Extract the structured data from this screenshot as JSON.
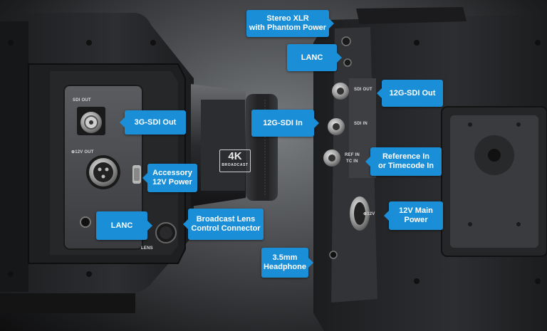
{
  "callouts": {
    "stereo_xlr": "Stereo XLR\nwith Phantom Power",
    "lanc_right": "LANC",
    "sdi_out_12g": "12G-SDI Out",
    "sdi_in_12g": "12G-SDI In",
    "reference_in": "Reference In\nor Timecode In",
    "power_12v_main": "12V Main\nPower",
    "headphone": "3.5mm\nHeadphone",
    "sdi_out_3g": "3G-SDI Out",
    "accessory_12v": "Accessory\n12V Power",
    "lanc_left": "LANC",
    "broadcast_lens": "Broadcast Lens\nControl Connector"
  },
  "panel_labels": {
    "sdi_out": "SDI OUT",
    "v12_out": "⊕12V OUT",
    "lens": "LENS",
    "sdi_out_right": "SDI OUT",
    "sdi_in_right": "SDI IN",
    "ref_in": "REF IN",
    "tc_in": "TC IN",
    "v12_right": "⊕12V"
  },
  "badge": {
    "text": "4K",
    "sub": "BROADCAST"
  },
  "colors": {
    "callout": "#1a8fd8",
    "body": "#2a2b2d"
  }
}
